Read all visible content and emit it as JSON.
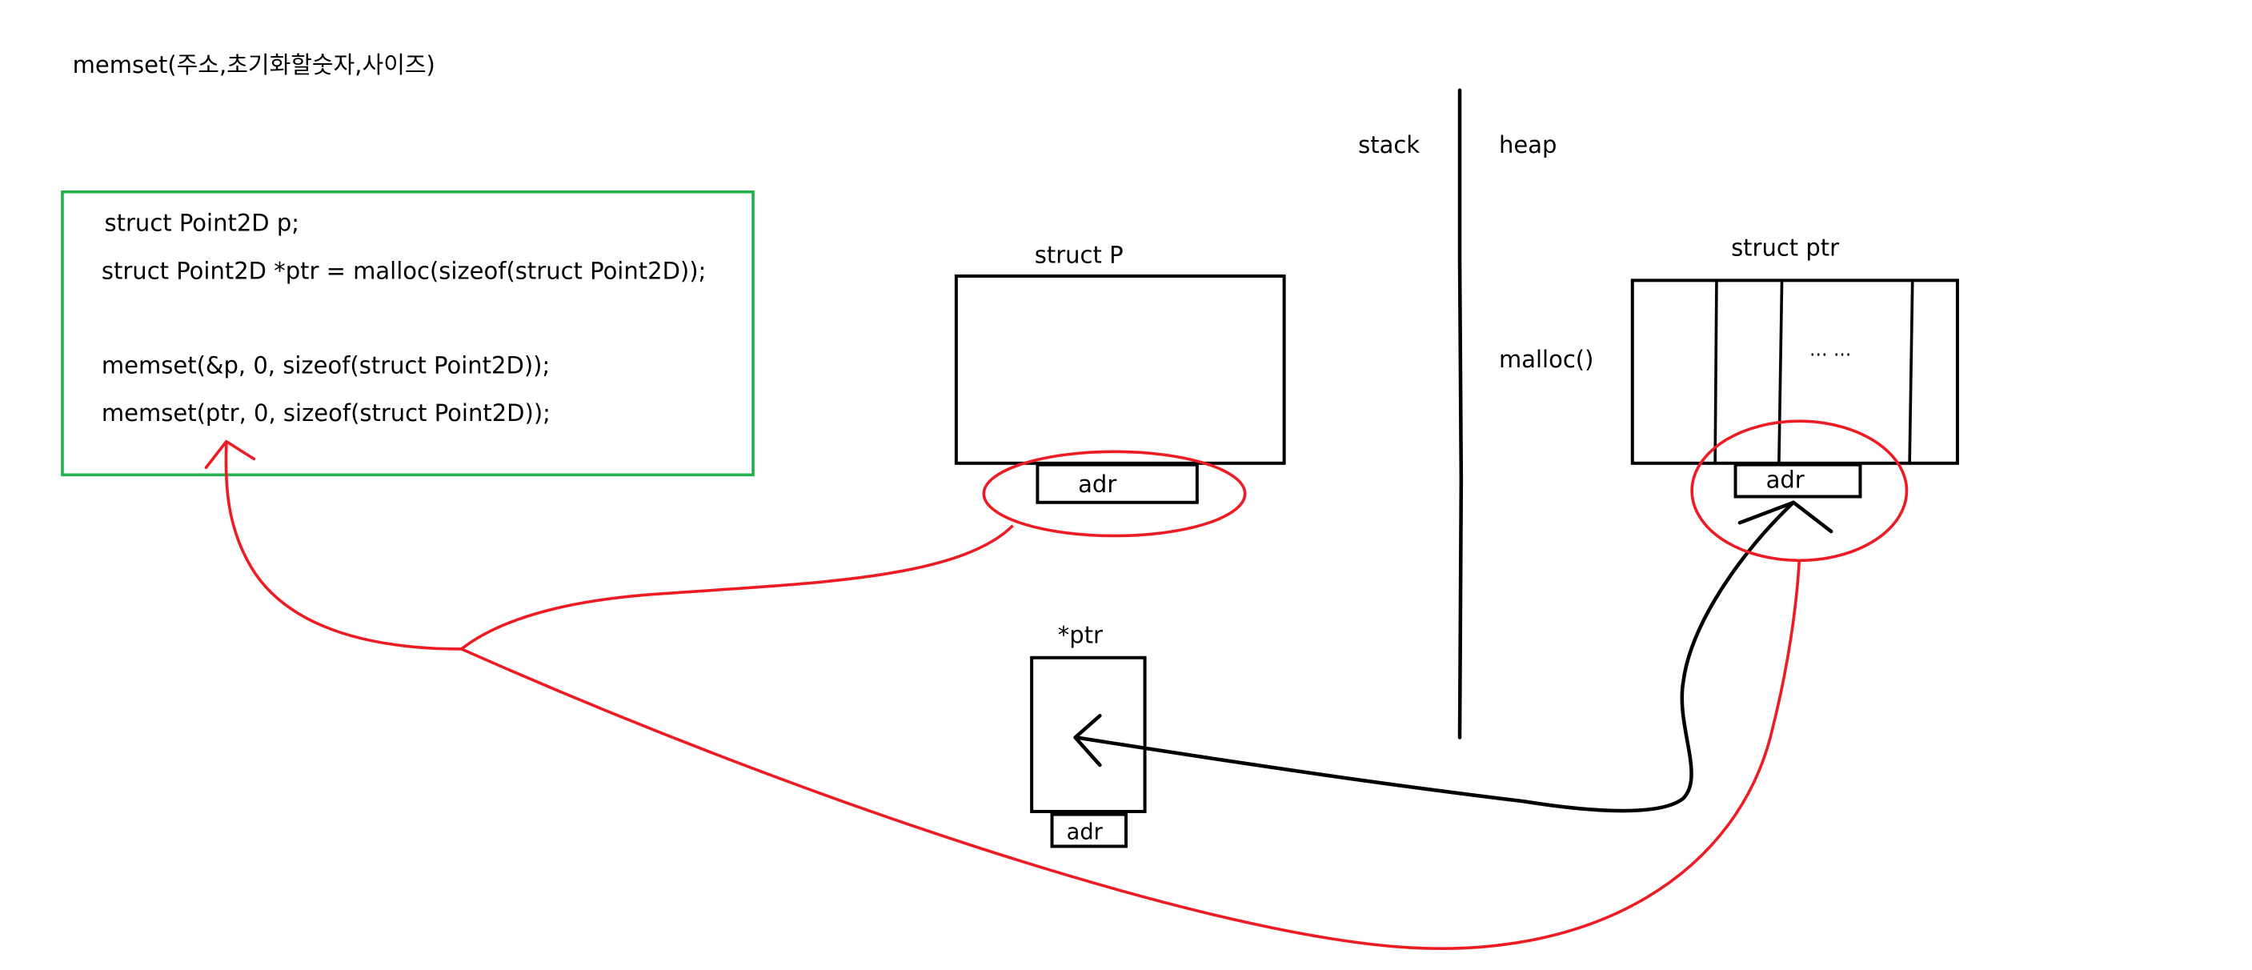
{
  "header": {
    "text": "memset(주소,초기화할숫자,사이즈)"
  },
  "code_box": {
    "lines": [
      "struct Point2D p;",
      "struct Point2D *ptr = malloc(sizeof(struct Point2D));",
      "",
      "memset(&p, 0, sizeof(struct Point2D));",
      "memset(ptr, 0, sizeof(struct Point2D));"
    ]
  },
  "memory": {
    "stack_label": "stack",
    "heap_label": "heap",
    "malloc_label": "malloc()"
  },
  "struct_p": {
    "label": "struct P",
    "adr_label": "adr"
  },
  "struct_ptr": {
    "label": "struct ptr",
    "ellipsis": "...  ...",
    "adr_label": "adr"
  },
  "ptr_var": {
    "label": "*ptr",
    "adr_label": "adr"
  },
  "colors": {
    "code_box_border": "#22b14c",
    "annotation": "#ed1c24",
    "ink": "#000000",
    "background": "#ffffff"
  }
}
